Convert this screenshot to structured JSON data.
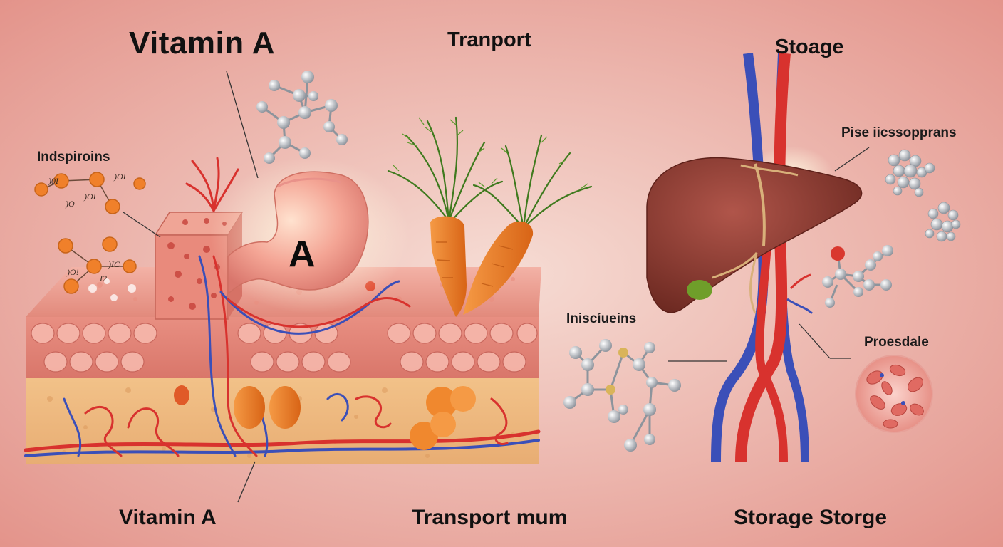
{
  "labels": {
    "title": "Vitamin A",
    "transport_heading": "Tranport",
    "storage_heading": "Stoage",
    "label_intestine_molecules": "Indspiroins",
    "label_stomach_letter": "A",
    "label_transport_molecules": "Iniscíueins",
    "label_liver_clusters": "Pise iicssopprans",
    "label_storage_cell": "Proesdale",
    "bottom_left": "Vitamin A",
    "bottom_center": "Transport mum",
    "bottom_right": "Storage Storge"
  },
  "colors": {
    "background_start": "#e89a92",
    "background_end": "#f6dcd4",
    "artery": "#d8322e",
    "vein": "#3b4fb8",
    "liver": "#8a3b30",
    "carrot": "#f07c2a",
    "carrot_leaves": "#3f7a1e",
    "retinoid_dot": "#f0802a"
  }
}
